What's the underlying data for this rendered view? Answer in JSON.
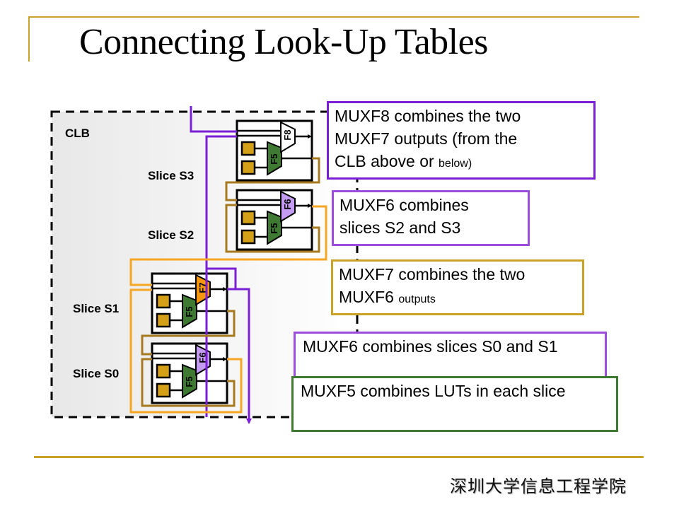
{
  "slide": {
    "title": "Connecting Look-Up Tables",
    "footer": "深圳大学信息工程学院"
  },
  "colors": {
    "accent_rule": "#c9a227",
    "lut": "#d4a017",
    "muxf5": "#3f7a32",
    "muxf6": "#c39bf0",
    "muxf7": "#f5960f",
    "muxf8": "#ffffff",
    "wire_purple": "#7a1fd6",
    "wire_orange": "#f5a623",
    "wire_brown": "#a77a1f",
    "callout_f8_border": "#7a1fd6",
    "callout_f6_border": "#9b4ddb",
    "callout_f7_border": "#c9a227",
    "callout_f5_border": "#3f7a32"
  },
  "diagram": {
    "clb_label": "CLB",
    "slices": [
      {
        "id": "S3",
        "label": "Slice S3",
        "mux_top": "F8",
        "mux_lut": "F5"
      },
      {
        "id": "S2",
        "label": "Slice S2",
        "mux_top": "F6",
        "mux_lut": "F5"
      },
      {
        "id": "S1",
        "label": "Slice S1",
        "mux_top": "F7",
        "mux_lut": "F5"
      },
      {
        "id": "S0",
        "label": "Slice S0",
        "mux_top": "F6",
        "mux_lut": "F5"
      }
    ]
  },
  "callouts": {
    "muxf8": {
      "main": "MUXF8 combines the two MUXF7 outputs (from the CLB above or ",
      "small": "below)",
      "line1": "MUXF8 combines the two",
      "line2": "MUXF7 outputs (from the",
      "line3": "CLB above or "
    },
    "muxf6_top": {
      "line1": "MUXF6 combines",
      "line2": "slices S2 and S3"
    },
    "muxf7": {
      "line1": "MUXF7 combines the two",
      "line2": "MUXF6 ",
      "small": "outputs"
    },
    "muxf6_bottom": {
      "line1": "MUXF6 combines slices S0 and S1"
    },
    "muxf5": {
      "line1": "MUXF5 combines LUTs in each slice"
    }
  }
}
